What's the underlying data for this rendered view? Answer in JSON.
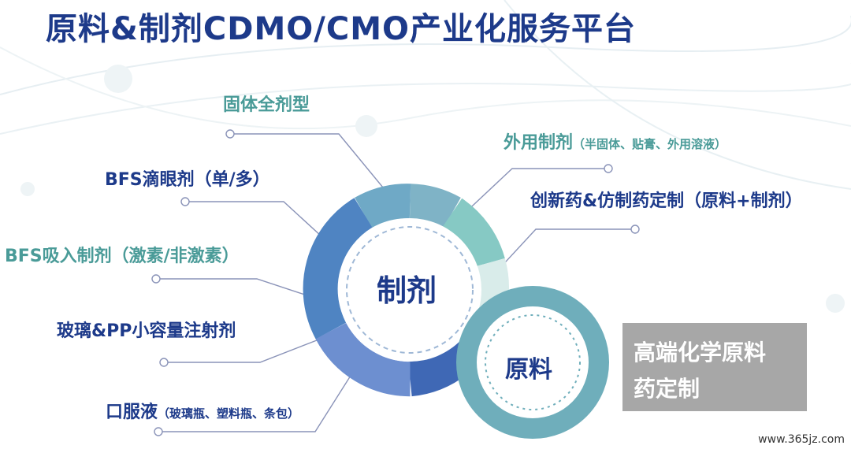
{
  "title": "原料&制剂CDMO/CMO产业化服务平台",
  "left_labels": [
    {
      "main": "固体全剂型",
      "sub": ""
    },
    {
      "main": "BFS滴眼剂（单/多）",
      "sub": ""
    },
    {
      "main": "BFS吸入制剂（激素/非激素）",
      "sub": ""
    },
    {
      "main": "玻璃&PP小容量注射剂",
      "sub": ""
    },
    {
      "main": "口服液",
      "sub": "（玻璃瓶、塑料瓶、条包）"
    }
  ],
  "right_labels": [
    {
      "main": "外用制剂",
      "sub": "（半固体、贴膏、外用溶液）"
    },
    {
      "main": "创新药&仿制药定制（原料+制剂）",
      "sub": ""
    }
  ],
  "center_label": "制剂",
  "secondary_label": "原料",
  "callout": {
    "line1": "高端化学原料",
    "line2": "药定制"
  },
  "watermark": "www.365jz.com",
  "colors": {
    "title": "#1d3a8a",
    "teal": "#4a9b98",
    "ring_dark": "#4a7bbf",
    "ring_teal": "#6fb2b8",
    "callout_bg": "#a7a7a7"
  }
}
